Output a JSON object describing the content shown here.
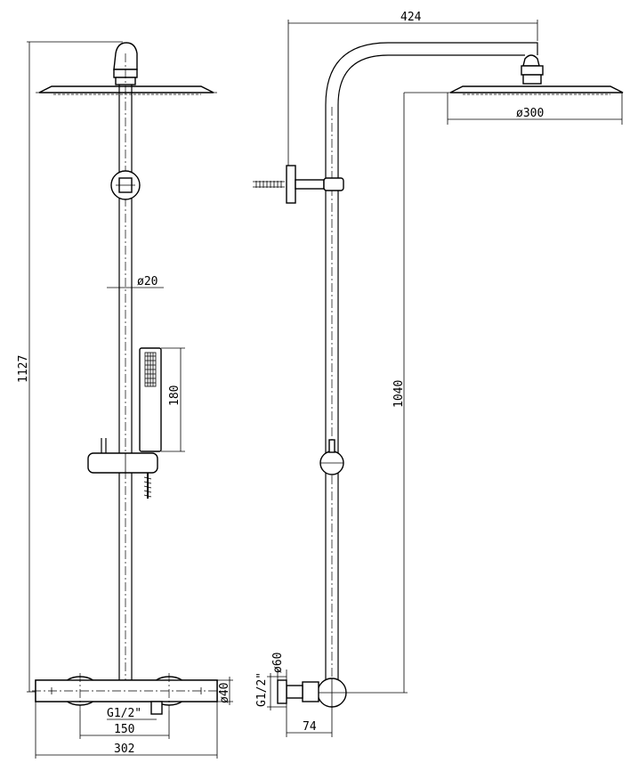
{
  "views": {
    "front": {
      "dimensions": {
        "height_total": "1127",
        "pipe_diameter": "ø20",
        "hand_shower_length": "180",
        "body_diameter": "ø40",
        "inlet_thread": "G1/2\"",
        "inlet_spacing": "150",
        "body_width": "302"
      }
    },
    "side": {
      "dimensions": {
        "arm_projection": "424",
        "head_diameter": "ø300",
        "height_to_head": "1040",
        "connection_thread": "G1/2\"",
        "escutcheon_diameter": "ø60",
        "wall_offset": "74"
      }
    }
  }
}
